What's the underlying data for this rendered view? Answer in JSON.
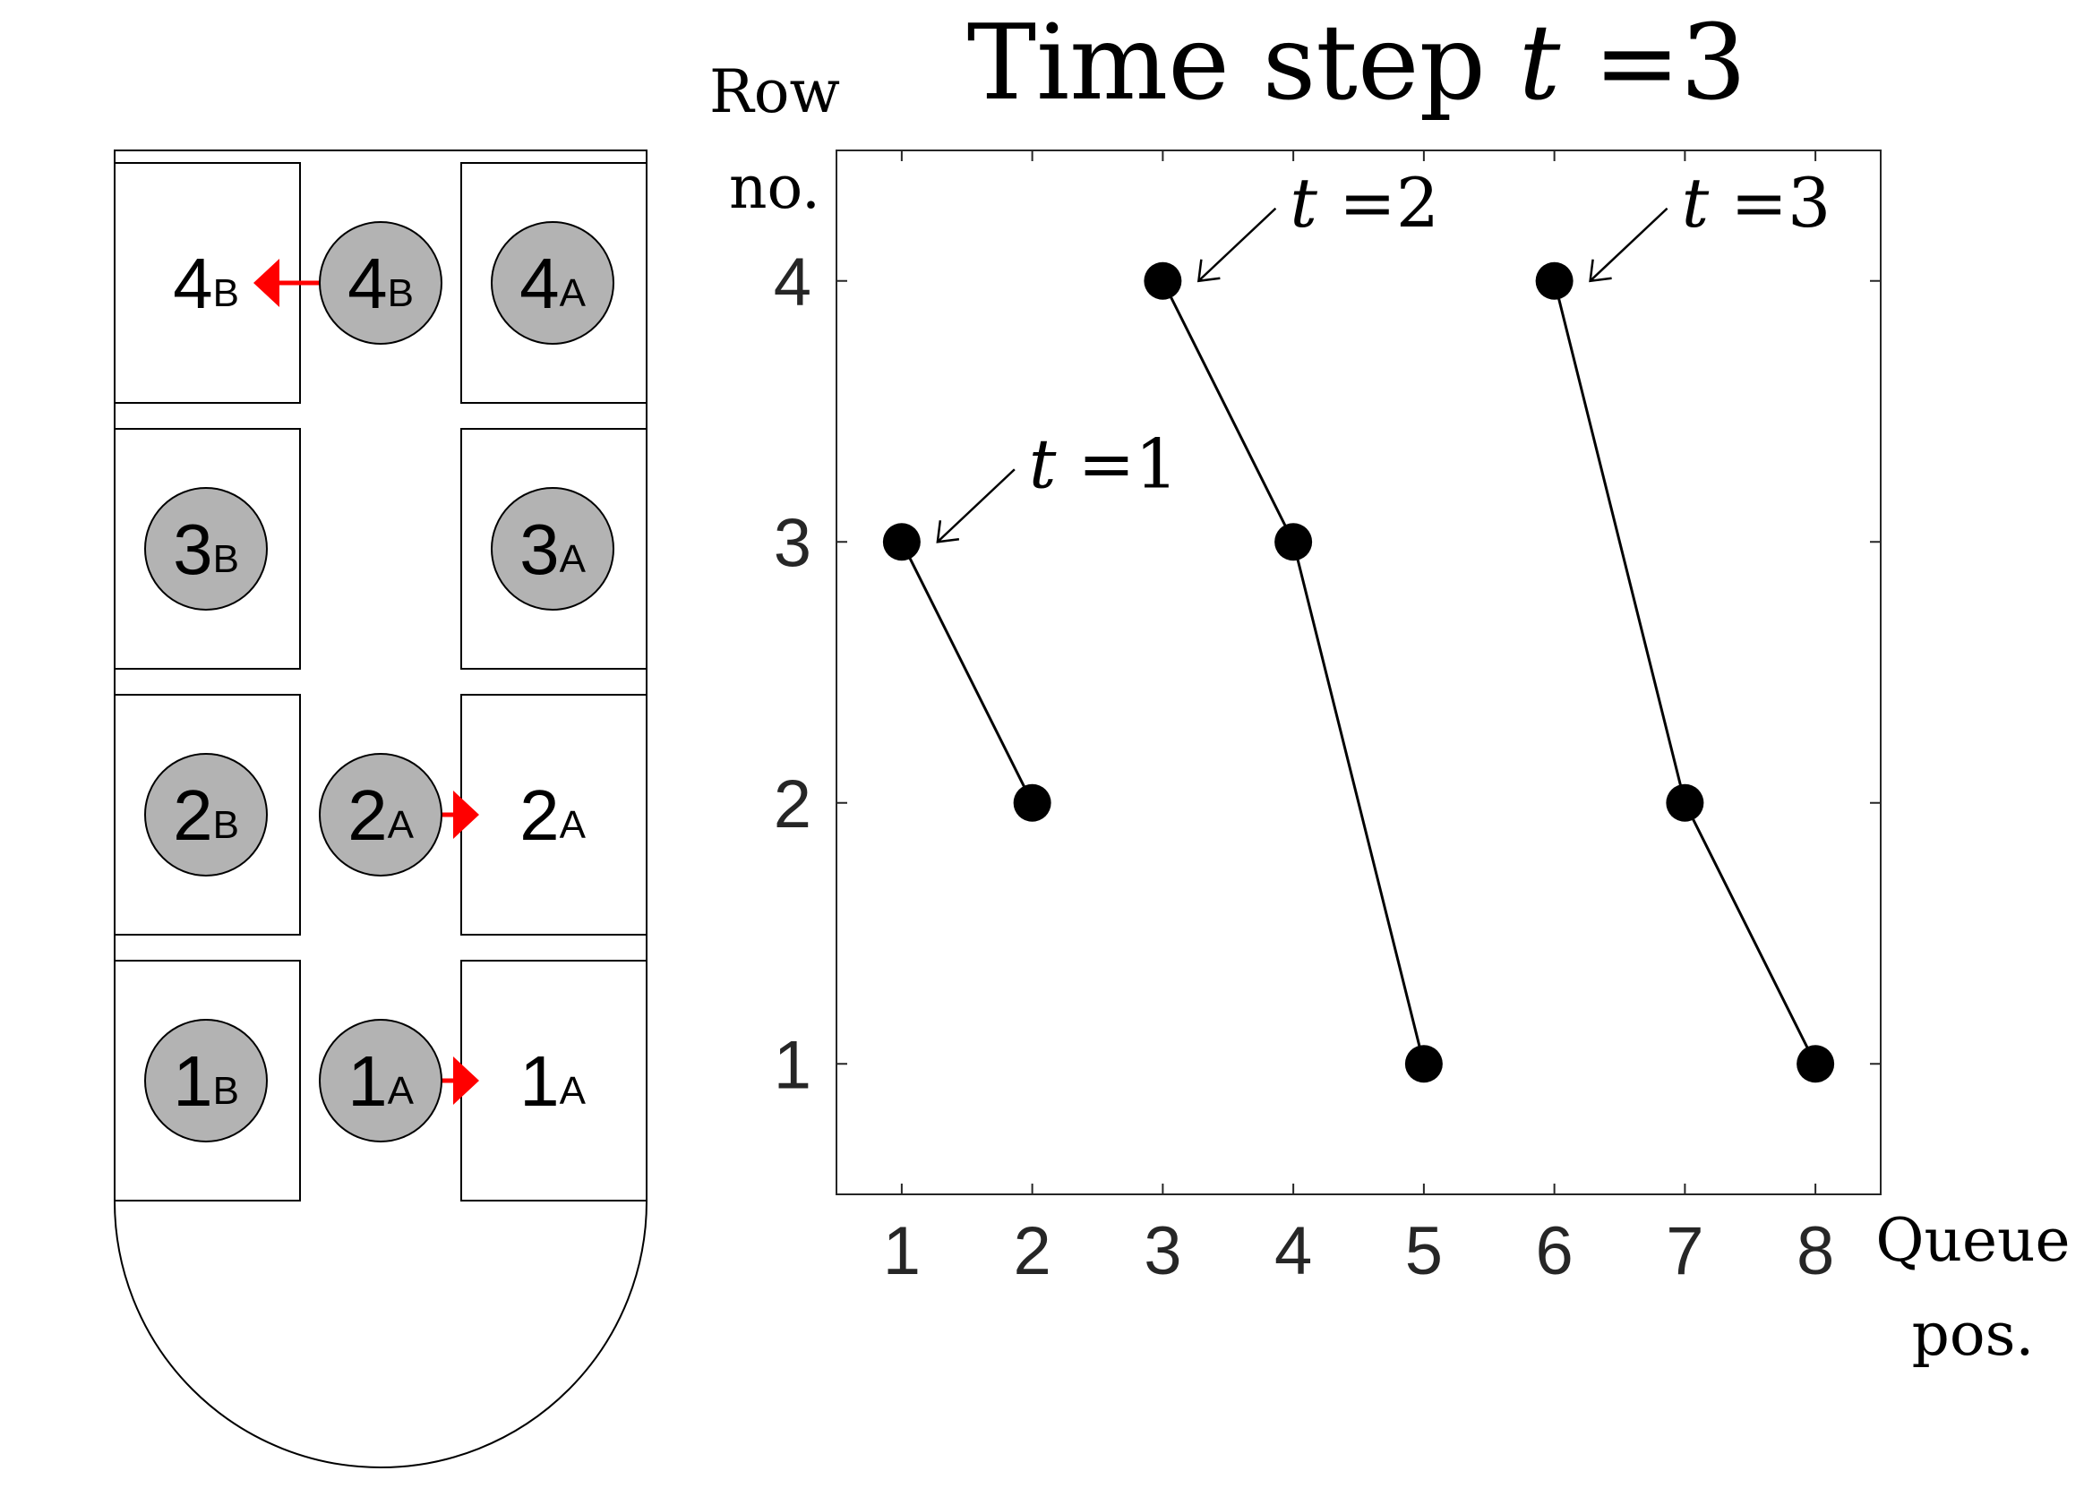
{
  "plane": {
    "rows": [
      {
        "row": 4,
        "b_seat": {
          "label": "4",
          "sub": "B",
          "occupied": false
        },
        "aisle": {
          "label": "4",
          "sub": "B",
          "arrow": "left"
        },
        "a_seat": {
          "label": "4",
          "sub": "A",
          "occupied": true
        }
      },
      {
        "row": 3,
        "b_seat": {
          "label": "3",
          "sub": "B",
          "occupied": true
        },
        "aisle": null,
        "a_seat": {
          "label": "3",
          "sub": "A",
          "occupied": true
        }
      },
      {
        "row": 2,
        "b_seat": {
          "label": "2",
          "sub": "B",
          "occupied": true
        },
        "aisle": {
          "label": "2",
          "sub": "A",
          "arrow": "right"
        },
        "a_seat": {
          "label": "2",
          "sub": "A",
          "occupied": false
        }
      },
      {
        "row": 1,
        "b_seat": {
          "label": "1",
          "sub": "B",
          "occupied": true
        },
        "aisle": {
          "label": "1",
          "sub": "A",
          "arrow": "right"
        },
        "a_seat": {
          "label": "1",
          "sub": "A",
          "occupied": false
        }
      }
    ],
    "colors": {
      "passenger_fill": "#b3b3b3",
      "arrow": "#ff0000",
      "outline": "#000000"
    }
  },
  "chart_data": {
    "type": "line",
    "title": "Time step t =3",
    "ylabel": [
      "Row",
      "no."
    ],
    "xlabel": [
      "Queue",
      "pos."
    ],
    "xlim": [
      0.5,
      8.5
    ],
    "ylim": [
      0.5,
      4.5
    ],
    "xticks": [
      1,
      2,
      3,
      4,
      5,
      6,
      7,
      8
    ],
    "yticks": [
      1,
      2,
      3,
      4
    ],
    "series": [
      {
        "points": [
          {
            "x": 1,
            "y": 3
          },
          {
            "x": 2,
            "y": 2
          }
        ]
      },
      {
        "points": [
          {
            "x": 3,
            "y": 4
          },
          {
            "x": 4,
            "y": 3
          },
          {
            "x": 5,
            "y": 1
          }
        ]
      },
      {
        "points": [
          {
            "x": 6,
            "y": 4
          },
          {
            "x": 7,
            "y": 2
          },
          {
            "x": 8,
            "y": 1
          }
        ]
      }
    ],
    "annotations": [
      {
        "text": "t =1",
        "x": 1,
        "y": 3
      },
      {
        "text": "t =2",
        "x": 3,
        "y": 4
      },
      {
        "text": "t =3",
        "x": 6,
        "y": 4
      }
    ],
    "grid": false,
    "colors": {
      "marker": "#000000",
      "line": "#000000",
      "tick_label": "#262626"
    }
  }
}
